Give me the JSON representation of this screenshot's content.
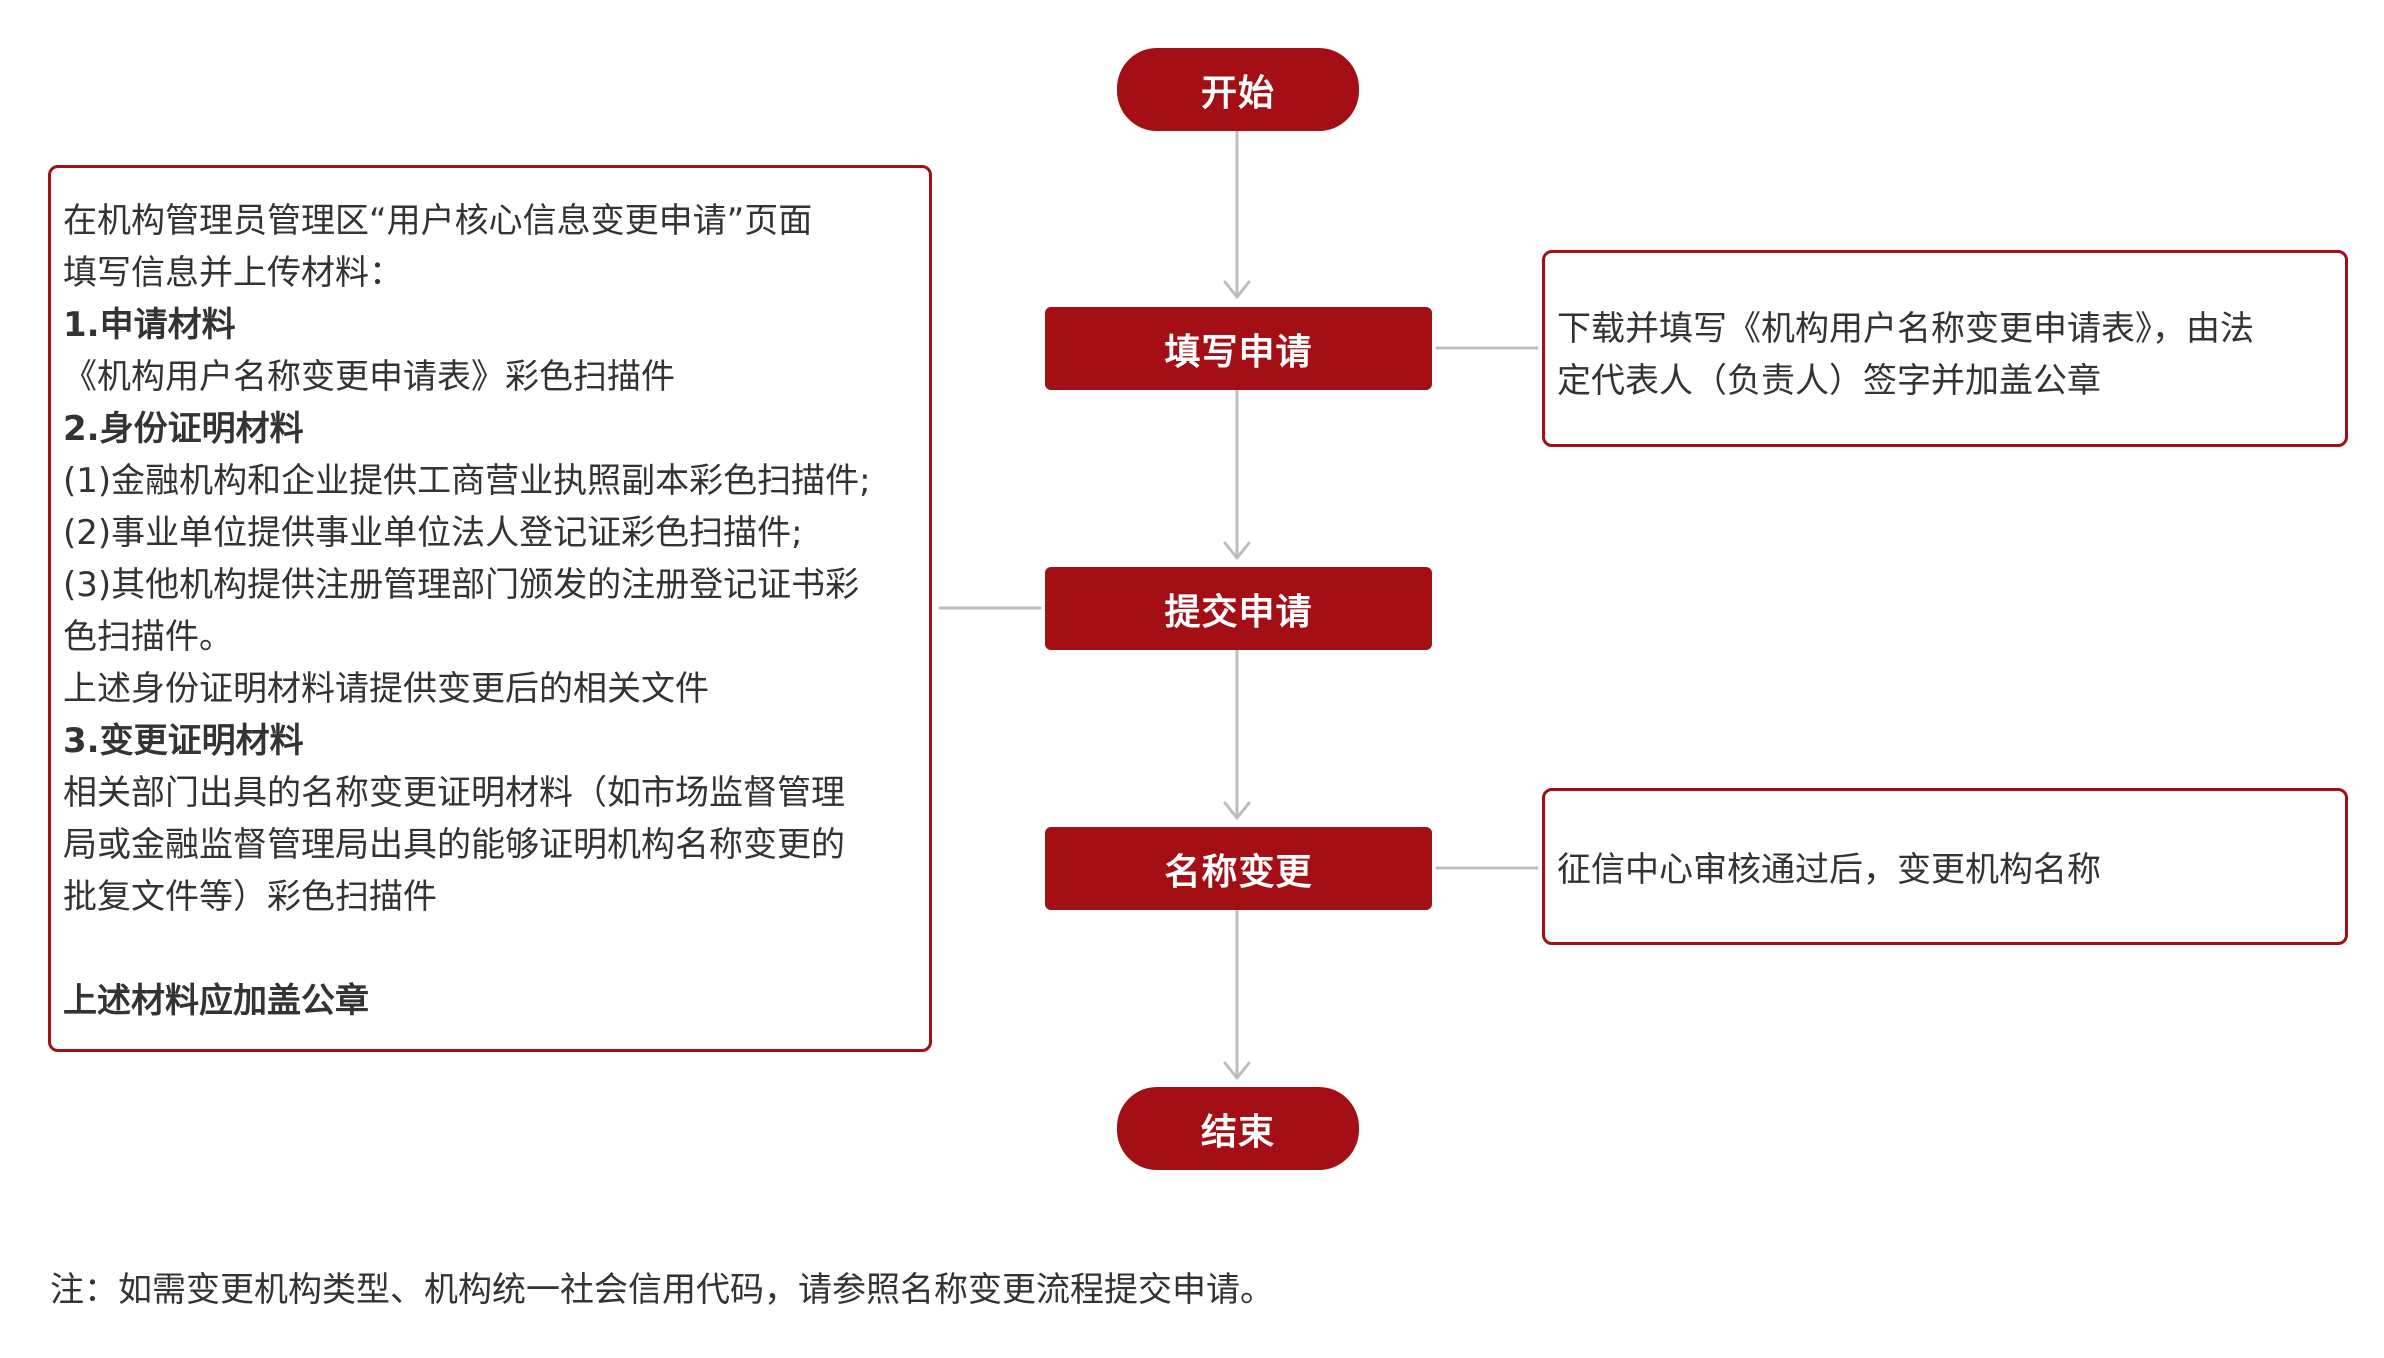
{
  "colors": {
    "node_fill": "#a30f14",
    "node_text": "#ffffff",
    "connector": "#bdbdbd",
    "panel_border": "#a30f14",
    "body_text": "#333333"
  },
  "flow": {
    "start": "开始",
    "fill_apply": "填写申请",
    "submit_apply": "提交申请",
    "name_change": "名称变更",
    "end": "结束"
  },
  "left_panel": {
    "intro_line1": "在机构管理员管理区“用户核心信息变更申请”页面",
    "intro_line2": "填写信息并上传材料：",
    "section1_title": "1.申请材料",
    "section1_line1": "《机构用户名称变更申请表》彩色扫描件",
    "section2_title": "2.身份证明材料",
    "section2_line1": "(1)金融机构和企业提供工商营业执照副本彩色扫描件;",
    "section2_line2": "(2)事业单位提供事业单位法人登记证彩色扫描件;",
    "section2_line3": "(3)其他机构提供注册管理部门颁发的注册登记证书彩",
    "section2_line4": "色扫描件。",
    "section2_line5": "上述身份证明材料请提供变更后的相关文件",
    "section3_title": "3.变更证明材料",
    "section3_line1": "相关部门出具的名称变更证明材料（如市场监督管理",
    "section3_line2": "局或金融监督管理局出具的能够证明机构名称变更的",
    "section3_line3": "批复文件等）彩色扫描件",
    "closing": "上述材料应加盖公章"
  },
  "right_panel_1": {
    "line1": "下载并填写《机构用户名称变更申请表》，由法",
    "line2": "定代表人（负责人）签字并加盖公章"
  },
  "right_panel_2": {
    "line1": "征信中心审核通过后，变更机构名称"
  },
  "footnote": "注：如需变更机构类型、机构统一社会信用代码，请参照名称变更流程提交申请。"
}
